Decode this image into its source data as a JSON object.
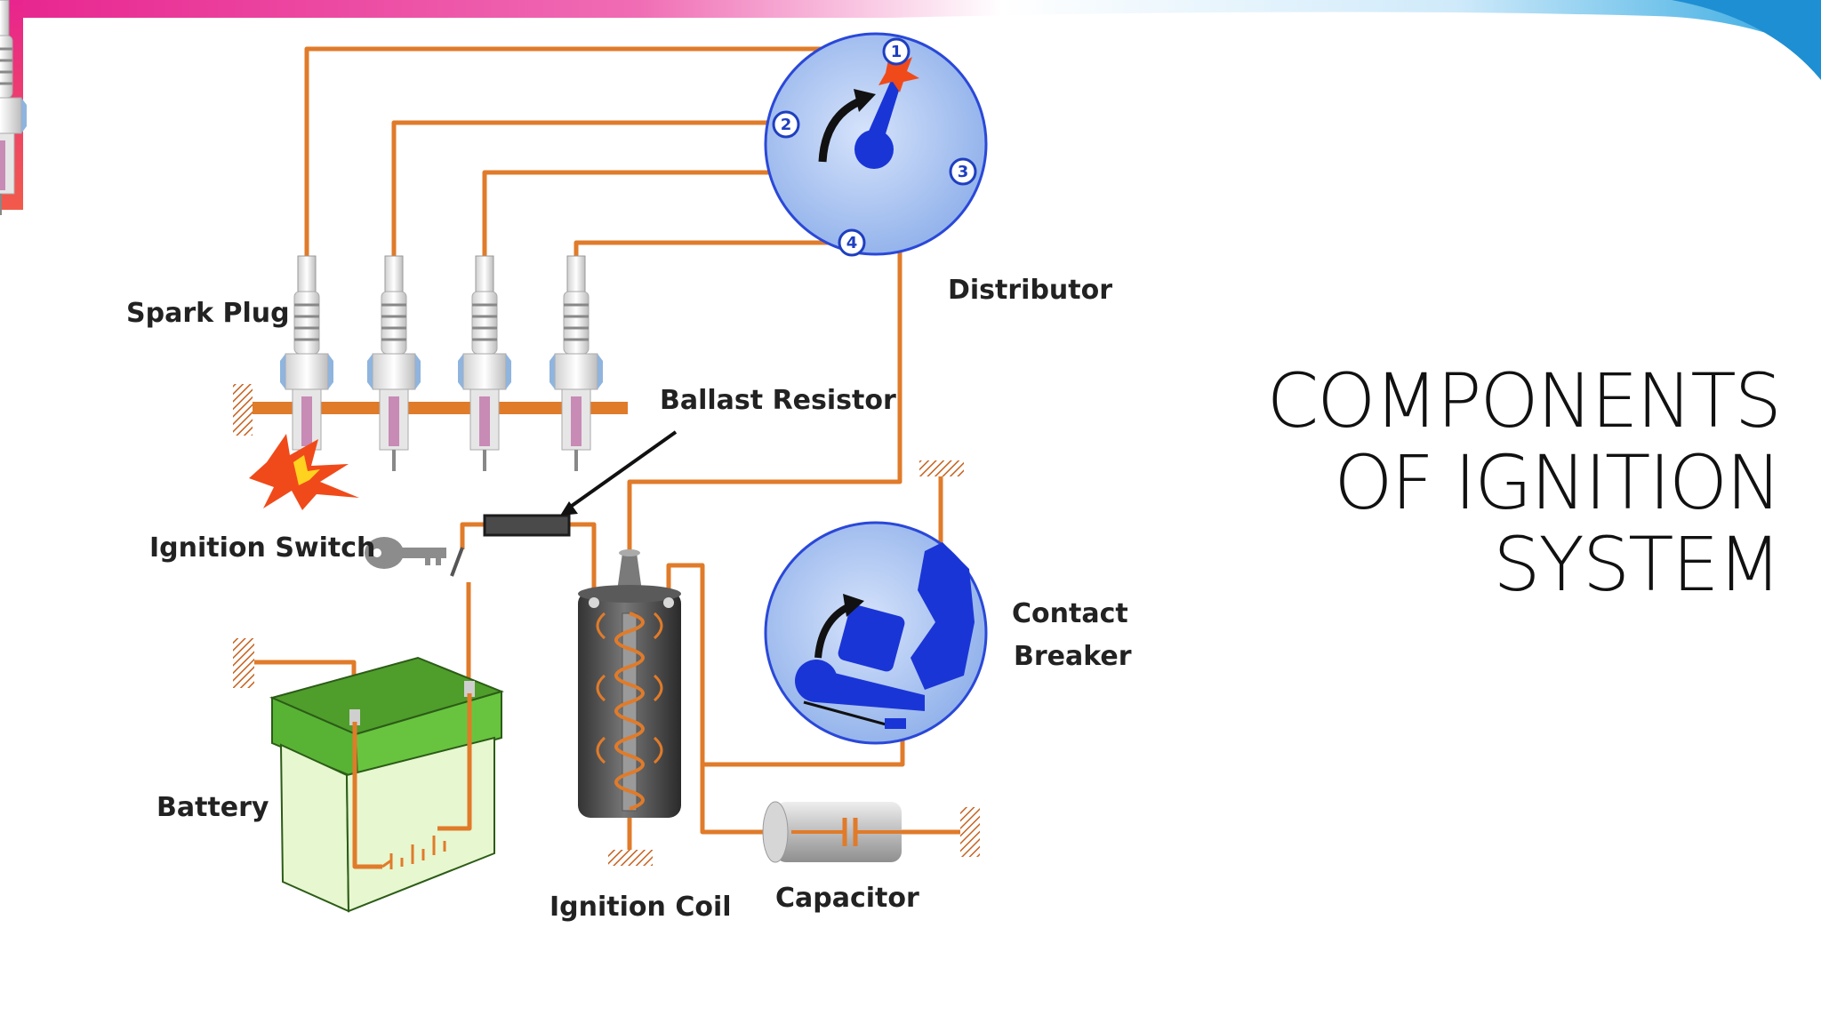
{
  "slide": {
    "title_lines": [
      "COMPONENTS",
      "OF IGNITION",
      "SYSTEM"
    ]
  },
  "diagram": {
    "labels": {
      "spark_plug": "Spark Plug",
      "distributor": "Distributor",
      "ballast_resistor": "Ballast Resistor",
      "ignition_switch": "Ignition Switch",
      "contact": "Contact",
      "breaker": "Breaker",
      "battery": "Battery",
      "ignition_coil": "Ignition Coil",
      "capacitor": "Capacitor"
    },
    "distributor_terminals": [
      "1",
      "2",
      "3",
      "4"
    ]
  },
  "colors": {
    "wire": "#e07b2a",
    "distributor_fill": "#a9c3ef",
    "rotor": "#1a35d6",
    "battery_green": "#58b335",
    "header_magenta": "#e8248f",
    "header_cyan": "#2fa7e0"
  },
  "icons": [
    "spark-icon",
    "key-icon",
    "ground-icon",
    "rotation-arrow-icon"
  ]
}
